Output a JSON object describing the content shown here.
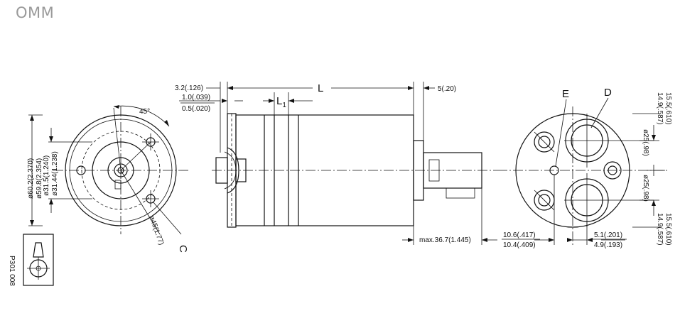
{
  "header": {
    "title": "OMM"
  },
  "front_view": {
    "angle_label": "45°",
    "dim_d1": "ø31.5(1.240)",
    "dim_d2": "ø31.44(1.238)",
    "dim_d3": "ø60.2(2.370)",
    "dim_d4": "ø59.8(2.354)",
    "bolt_circle": "ø45(1.77)",
    "callout_c": "C"
  },
  "side_view": {
    "dim_flange": "3.2(.126)",
    "dim_gap_top": "1.0(.039)",
    "dim_gap_bottom": "0.5(.020)",
    "length_label": "L",
    "l1_label": "L",
    "l1_sub": "1",
    "shaft_shoulder": "5(.20)",
    "max_length": "max.36.7(1.445)"
  },
  "port_view": {
    "callout_e": "E",
    "callout_d": "D",
    "dim_top_upper": "15.5(.610)",
    "dim_top_lower": "14.9(.587)",
    "port_dia_top": "ø25(.98)",
    "port_dia_bottom": "ø25(.98)",
    "dim_bot_upper": "15.5(.610)",
    "dim_bot_lower": "14.9(.587)",
    "dim_center_upper": "10.6(.417)",
    "dim_center_lower": "10.4(.409)",
    "dim_right_upper": "5.1(.201)",
    "dim_right_lower": "4.9(.193)"
  },
  "footer": {
    "drawing_code": "P301 008"
  }
}
